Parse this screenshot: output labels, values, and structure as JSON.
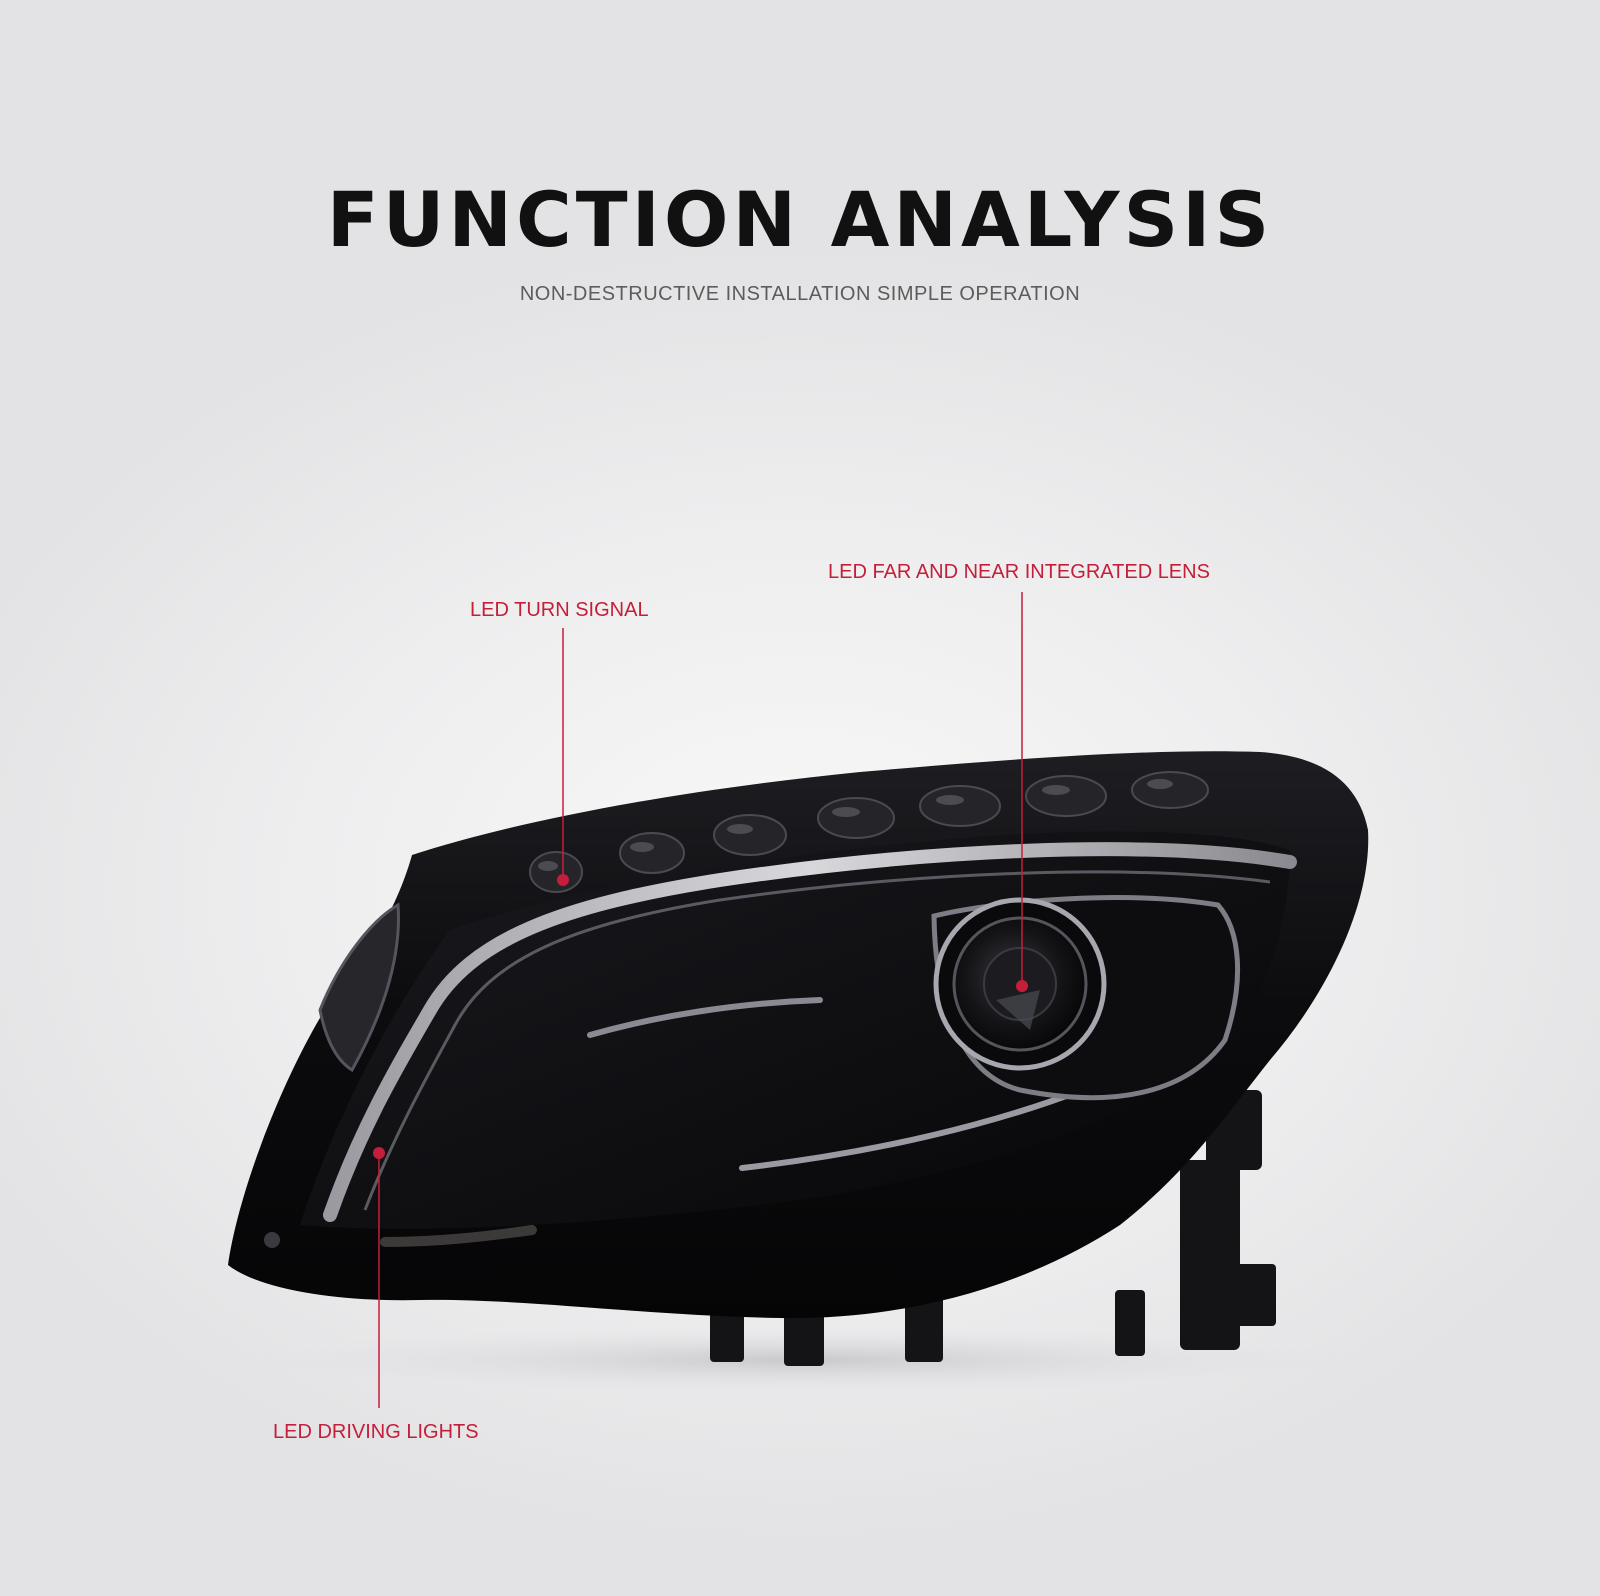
{
  "title": "FUNCTION ANALYSIS",
  "subtitle": "NON-DESTRUCTIVE INSTALLATION SIMPLE OPERATION",
  "accent_color": "#c41e3a",
  "callouts": {
    "turn_signal": "LED TURN SIGNAL",
    "lens": "LED FAR AND NEAR INTEGRATED LENS",
    "driving_lights": "LED DRIVING LIGHTS"
  }
}
